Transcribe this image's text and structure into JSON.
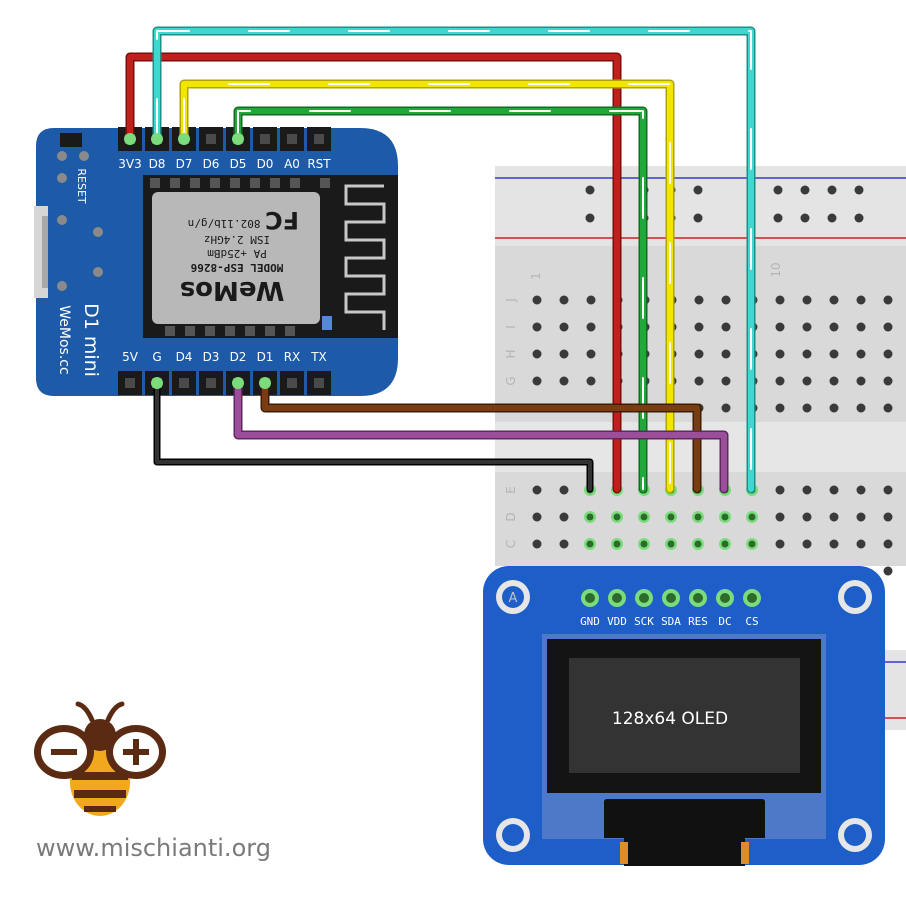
{
  "board": {
    "name_line1": "D1 mini",
    "brand_line2": "WeMos.cc",
    "reset_label": "RESET",
    "top_pins": [
      "3V3",
      "D8",
      "D7",
      "D6",
      "D5",
      "D0",
      "A0",
      "RST"
    ],
    "bottom_pins": [
      "5V",
      "G",
      "D4",
      "D3",
      "D2",
      "D1",
      "RX",
      "TX"
    ],
    "module": {
      "fcc": "FC",
      "brand": "WeMos",
      "model": "MODEL  ESP-8266",
      "ism": "ISM 2.4GHz",
      "pa": "PA +25dBm",
      "wifi": "802.11b/g/n"
    }
  },
  "oled": {
    "pins": [
      "GND",
      "VDD",
      "SCK",
      "SDA",
      "RES",
      "DC",
      "CS"
    ],
    "screen_text": "128x64 OLED"
  },
  "breadboard": {
    "row_labels": [
      "J",
      "I",
      "H",
      "G",
      "E",
      "D",
      "C"
    ],
    "col_labels": [
      "1",
      "10"
    ]
  },
  "wires": [
    {
      "from": "3V3",
      "to": "VDD",
      "color": "#c0201c"
    },
    {
      "from": "D8",
      "to": "CS",
      "color": "#3fd8cf"
    },
    {
      "from": "D7",
      "to": "SDA",
      "color": "#f2e600"
    },
    {
      "from": "D5",
      "to": "SCK",
      "color": "#22a83a"
    },
    {
      "from": "D1",
      "to": "RES",
      "color": "#7a3d12"
    },
    {
      "from": "D2",
      "to": "DC",
      "color": "#9b4f9b"
    },
    {
      "from": "G",
      "to": "GND",
      "color": "#111111"
    }
  ],
  "footer": {
    "url": "www.mischianti.org"
  },
  "colors": {
    "board": "#1d5aa8",
    "oled": "#1d5ec9",
    "module": "#b8b8b8"
  }
}
